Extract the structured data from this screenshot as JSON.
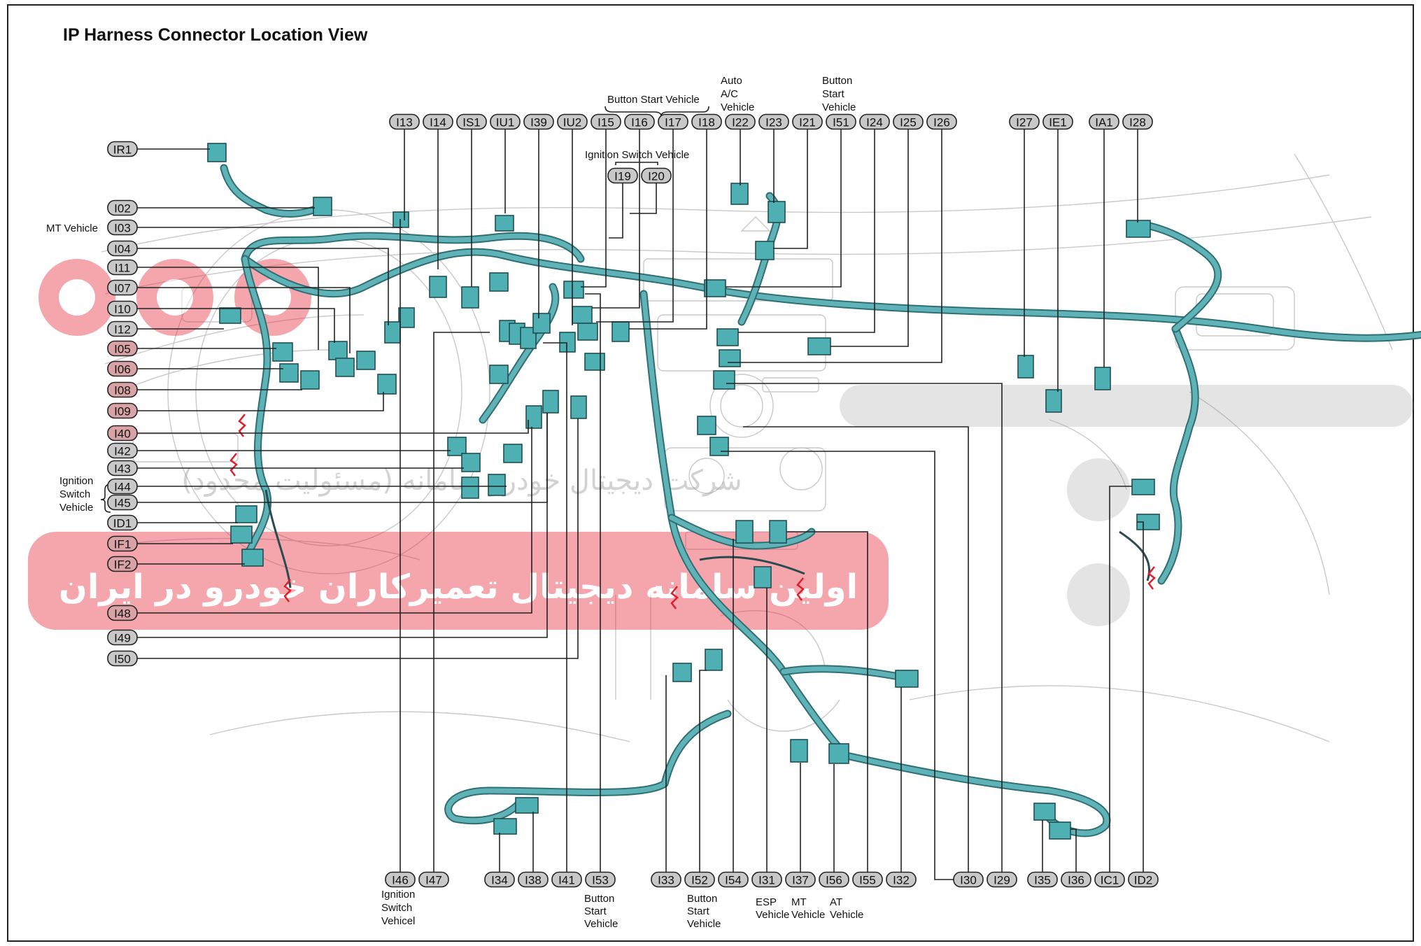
{
  "title": "IP Harness Connector Location View",
  "top_labels": [
    "I13",
    "I14",
    "IS1",
    "IU1",
    "I39",
    "IU2",
    "I15",
    "I16",
    "I17",
    "I18",
    "I22",
    "I23",
    "I21",
    "I51",
    "I24",
    "I25",
    "I26",
    "I27",
    "IE1",
    "IA1",
    "I28"
  ],
  "mid_labels": [
    "I19",
    "I20"
  ],
  "left_labels": [
    "IR1",
    "I02",
    "I03",
    "I04",
    "I11",
    "I07",
    "I10",
    "I12",
    "I05",
    "I06",
    "I08",
    "I09",
    "I40",
    "I42",
    "I43",
    "I44",
    "I45",
    "ID1",
    "IF1",
    "IF2",
    "I48",
    "I49",
    "I50"
  ],
  "bottom_labels": [
    "I46",
    "I47",
    "I34",
    "I38",
    "I41",
    "I53",
    "I33",
    "I52",
    "I54",
    "I31",
    "I37",
    "I56",
    "I55",
    "I32",
    "I30",
    "I29",
    "I35",
    "I36",
    "IC1",
    "ID2"
  ],
  "notes": {
    "button_start_top": "Button Start Vehicle",
    "ignition_switch_top": "Ignition Switch Vehicle",
    "auto_ac": [
      "Auto",
      "A/C",
      "Vehicle"
    ],
    "button_start_right": [
      "Button",
      "Start",
      "Vehicle"
    ],
    "mt_vehicle_left": "MT Vehicle",
    "ignition_switch_left": [
      "Ignition",
      "Switch",
      "Vehicle"
    ],
    "i46_note": [
      "Ignition",
      "Switch",
      "Vehicel"
    ],
    "i53_note": [
      "Button",
      "Start",
      "Vehicle"
    ],
    "i52_note": [
      "Button",
      "Start",
      "Vehicle"
    ],
    "esp_note": [
      "ESP",
      "Vehicle"
    ],
    "mt_note": [
      "MT",
      "Vehicle"
    ],
    "at_note": [
      "AT",
      "Vehicle"
    ]
  },
  "watermark": {
    "logo": "digikhodro",
    "line1": "شرکت دیجیتال خودرو سامانه (مسئولیت محدود)",
    "line2": "اولین سامانه دیجیتال تعمیرکاران خودرو در ایران"
  },
  "colors": {
    "harness": "#5fb2b6",
    "harness_edge": "#2f6f73",
    "connector": "#4fb0b4",
    "label_fill": "#c8c8c8",
    "label_fill_highlight": "#d9a3a6",
    "watermark": "#e63946",
    "line_art": "#c9c9c9"
  }
}
